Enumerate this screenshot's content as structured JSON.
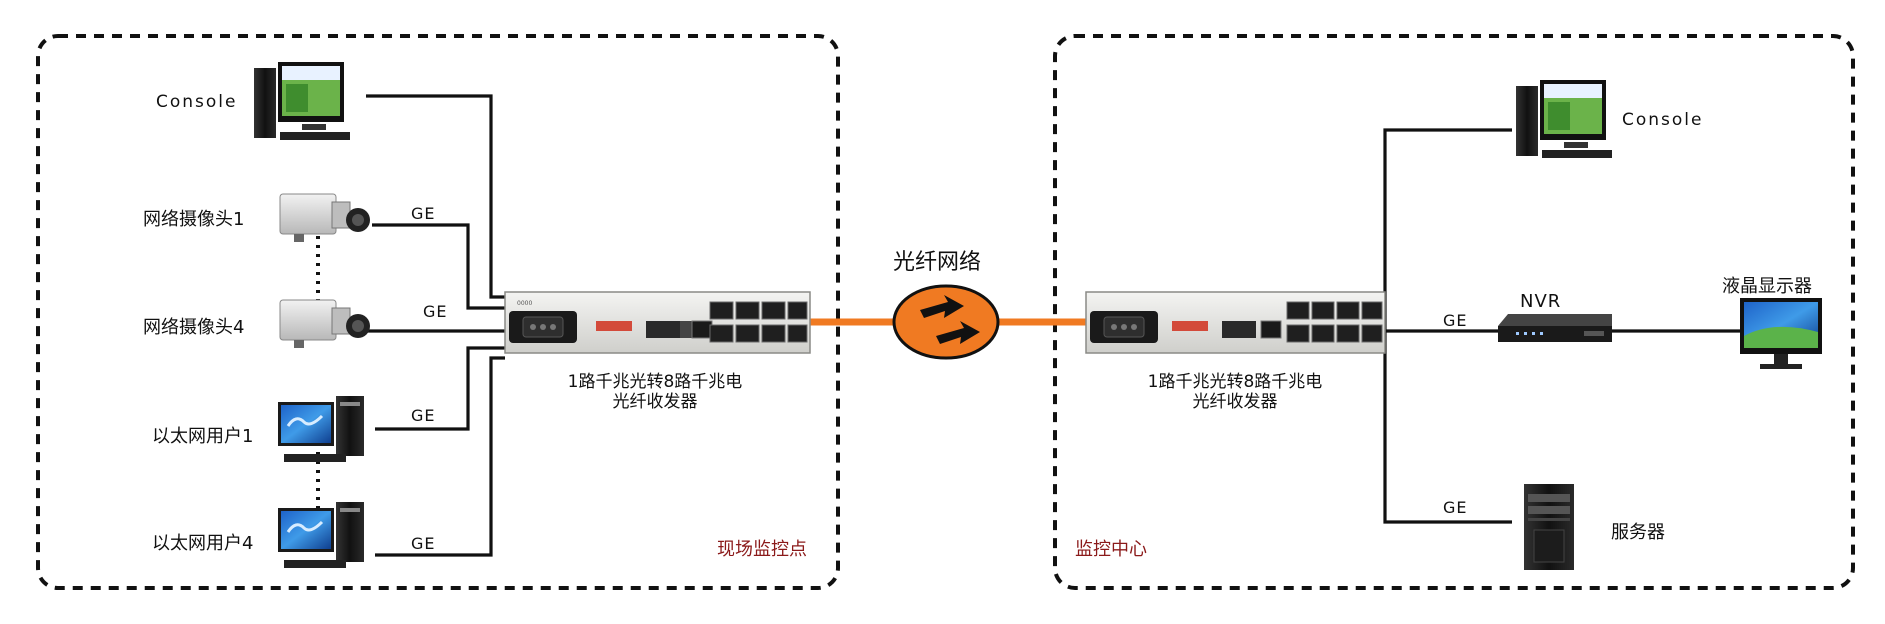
{
  "fiber_network_label": "光纤网络",
  "left_site": {
    "zone_label": "现场监控点",
    "devices": {
      "console": "Console",
      "camera1": "网络摄像头1",
      "camera4": "网络摄像头4",
      "user1": "以太网用户1",
      "user4": "以太网用户4"
    },
    "link_labels": [
      "GE",
      "GE",
      "GE",
      "GE"
    ],
    "transceiver": {
      "line1": "1路千兆光转8路千兆电",
      "line2": "光纤收发器"
    }
  },
  "right_site": {
    "zone_label": "监控中心",
    "devices": {
      "console": "Console",
      "nvr": "NVR",
      "display": "液晶显示器",
      "server": "服务器"
    },
    "link_labels": [
      "GE",
      "GE"
    ],
    "transceiver": {
      "line1": "1路千兆光转8路千兆电",
      "line2": "光纤收发器"
    }
  },
  "colors": {
    "fiber": "#f07a22",
    "zone_text": "#8b1a1a",
    "line": "#111111"
  },
  "icons": [
    "desktop-pc-icon",
    "ip-camera-icon",
    "workstation-icon",
    "media-converter-icon",
    "fiber-cloud-icon",
    "nvr-icon",
    "lcd-monitor-icon",
    "server-tower-icon"
  ]
}
